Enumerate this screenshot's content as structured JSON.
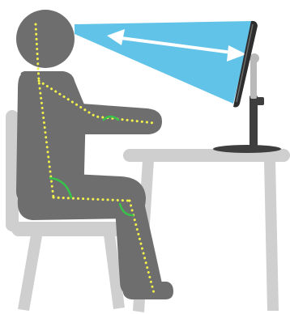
{
  "diagram": {
    "subject": "seated-person-using-tablet-on-stand",
    "colors": {
      "figure": "#6f6e6f",
      "furniture": "#cfcfcf",
      "posture_line": "#f2f24a",
      "angle_arc": "#37c34a",
      "view_beam": "#62c3e9",
      "view_arrow": "#ffffff",
      "tablet": "#2d2d2d",
      "stand": "#4a4a4a"
    },
    "icons": {
      "distance_arrow": "double-headed-arrow",
      "posture_guides": "dotted-lines",
      "joint_angles": "right-angle-arcs"
    }
  }
}
